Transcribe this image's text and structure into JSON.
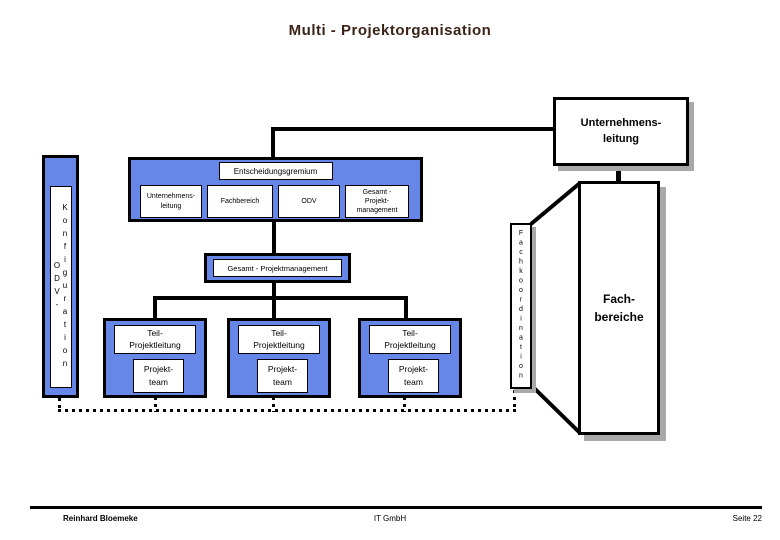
{
  "slide": {
    "title": "Multi - Projektorganisation",
    "footer": {
      "author": "Reinhard Bloemeke",
      "company": "IT GmbH",
      "page": "Seite 22"
    }
  },
  "colors": {
    "box_blue": "#6687e8",
    "shadow_gray": "#a8a8a8",
    "title_color": "#3b2317",
    "line_black": "#000000"
  },
  "boxes": {
    "unternehmensleitung_top": "Unternehmens-\nleitung",
    "entscheidungsgremium": {
      "label": "Entscheidungsgremium",
      "members": [
        "Unternehmens-\nleitung",
        "Fachbereich",
        "ODV",
        "Gesamt -\nProjekt-\nmanagement"
      ]
    },
    "odv_konfiguration": "ODV-Konfiguration",
    "gesamt_projektmanagement": "Gesamt - Projektmanagement",
    "teilprojekt_columns": [
      {
        "lead": "Teil-\nProjektleitung",
        "team": "Projekt-\nteam"
      },
      {
        "lead": "Teil-\nProjektleitung",
        "team": "Projekt-\nteam"
      },
      {
        "lead": "Teil-\nProjektleitung",
        "team": "Projekt-\nteam"
      }
    ],
    "fachkoordination": "Fachkoordination",
    "fachbereiche": "Fach-\nbereiche"
  }
}
